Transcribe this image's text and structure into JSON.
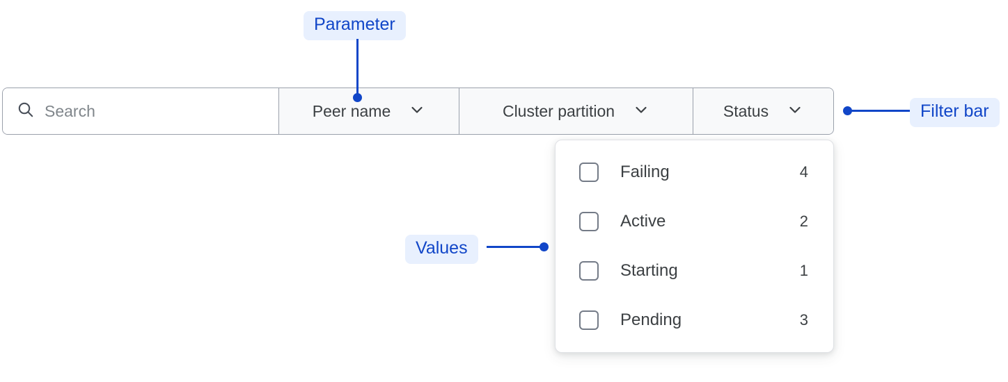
{
  "colors": {
    "annotation_text": "#1146c8",
    "annotation_background": "#e8f0fe",
    "bar_border": "#9aa0ab",
    "segment_background": "#f8f9fa",
    "text": "#3c4043",
    "placeholder": "#80868b",
    "panel_border": "#dfe1e5"
  },
  "filter_bar": {
    "search": {
      "icon": "search-icon",
      "value": "",
      "placeholder": "Search"
    },
    "segments": [
      {
        "label": "Peer name",
        "icon": "chevron-down-icon"
      },
      {
        "label": "Cluster partition",
        "icon": "chevron-down-icon"
      },
      {
        "label": "Status",
        "icon": "chevron-down-icon"
      }
    ]
  },
  "dropdown": {
    "open_for": "Status",
    "options": [
      {
        "label": "Failing",
        "count": "4",
        "checked": false
      },
      {
        "label": "Active",
        "count": "2",
        "checked": false
      },
      {
        "label": "Starting",
        "count": "1",
        "checked": false
      },
      {
        "label": "Pending",
        "count": "3",
        "checked": false
      }
    ]
  },
  "annotations": [
    {
      "id": "parameter",
      "label": "Parameter"
    },
    {
      "id": "filter-bar",
      "label": "Filter bar"
    },
    {
      "id": "values",
      "label": "Values"
    }
  ]
}
